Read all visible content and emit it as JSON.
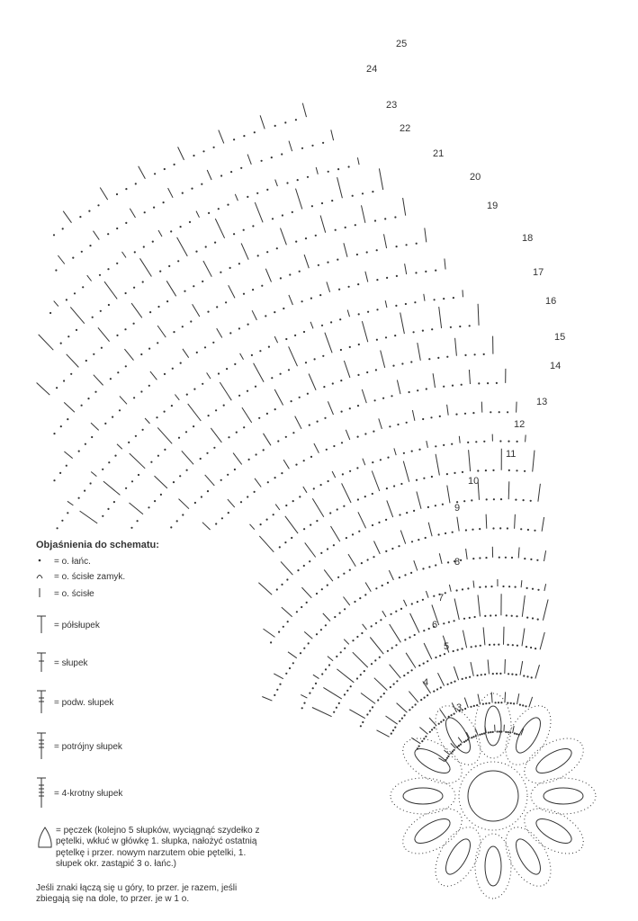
{
  "legend": {
    "title": "Objaśnienia do schematu:",
    "items": [
      {
        "symbol": "dot-icon",
        "label": "= o. łańc."
      },
      {
        "symbol": "arc-icon",
        "label": "= o. ścisłe zamyk."
      },
      {
        "symbol": "bar-icon",
        "label": "= o. ścisłe"
      },
      {
        "symbol": "half-double-icon",
        "label": "= półsłupek"
      },
      {
        "symbol": "double-icon",
        "label": "= słupek"
      },
      {
        "symbol": "treble-icon",
        "label": "= podw. słupek"
      },
      {
        "symbol": "triple-icon",
        "label": "= potrójny słupek"
      },
      {
        "symbol": "quadruple-icon",
        "label": "= 4-krotny słupek"
      }
    ],
    "cluster": {
      "symbol": "cluster-icon",
      "text": "= pęczek (kolejno 5 słupków, wyciągnąć szydełko z pętelki, wkłuć w główkę 1. słupka, nałożyć ostatnią pętelkę i przer. nowym narzutem obie pętelki, 1. słupek okr. zastąpić 3 o. łańc.)"
    },
    "note": "Jeśli znaki łączą się u góry, to przer. je razem, jeśli zbiegają się na dole, to przer. je w 1 o."
  },
  "rows": [
    "3",
    "4",
    "5",
    "6",
    "7",
    "8",
    "9",
    "10",
    "11",
    "12",
    "13",
    "14",
    "15",
    "16",
    "17",
    "18",
    "19",
    "20",
    "21",
    "22",
    "23",
    "24",
    "25"
  ]
}
